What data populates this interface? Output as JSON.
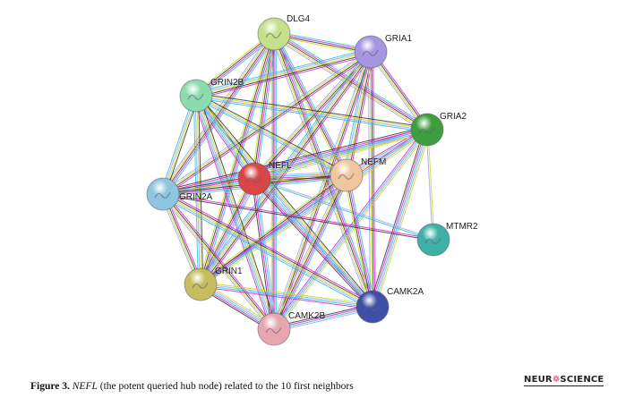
{
  "network": {
    "nodes": [
      {
        "id": "DLG4",
        "color": "#c6df8a"
      },
      {
        "id": "GRIA1",
        "color": "#a596e0"
      },
      {
        "id": "GRIN2B",
        "color": "#8cdbb0"
      },
      {
        "id": "GRIA2",
        "color": "#3e9e3e"
      },
      {
        "id": "NEFL",
        "color": "#d84646"
      },
      {
        "id": "NEFM",
        "color": "#efc69e"
      },
      {
        "id": "GRIN2A",
        "color": "#8ec6df"
      },
      {
        "id": "MTMR2",
        "color": "#3fb0a6"
      },
      {
        "id": "GRIN1",
        "color": "#c6be5e"
      },
      {
        "id": "CAMK2A",
        "color": "#3f4fa6"
      },
      {
        "id": "CAMK2B",
        "color": "#e6a6ae"
      }
    ],
    "edge_colors": [
      "#22c2de",
      "#e01ed0",
      "#333333",
      "#c6da1e",
      "#a89ef0"
    ]
  },
  "caption": {
    "label": "Figure 3.",
    "gene": "NEFL",
    "text": " (the potent queried hub node) related to the 10 first neighbors"
  },
  "logo": {
    "left": "NEUR",
    "mark": "❁",
    "right": "SCIENCE"
  }
}
